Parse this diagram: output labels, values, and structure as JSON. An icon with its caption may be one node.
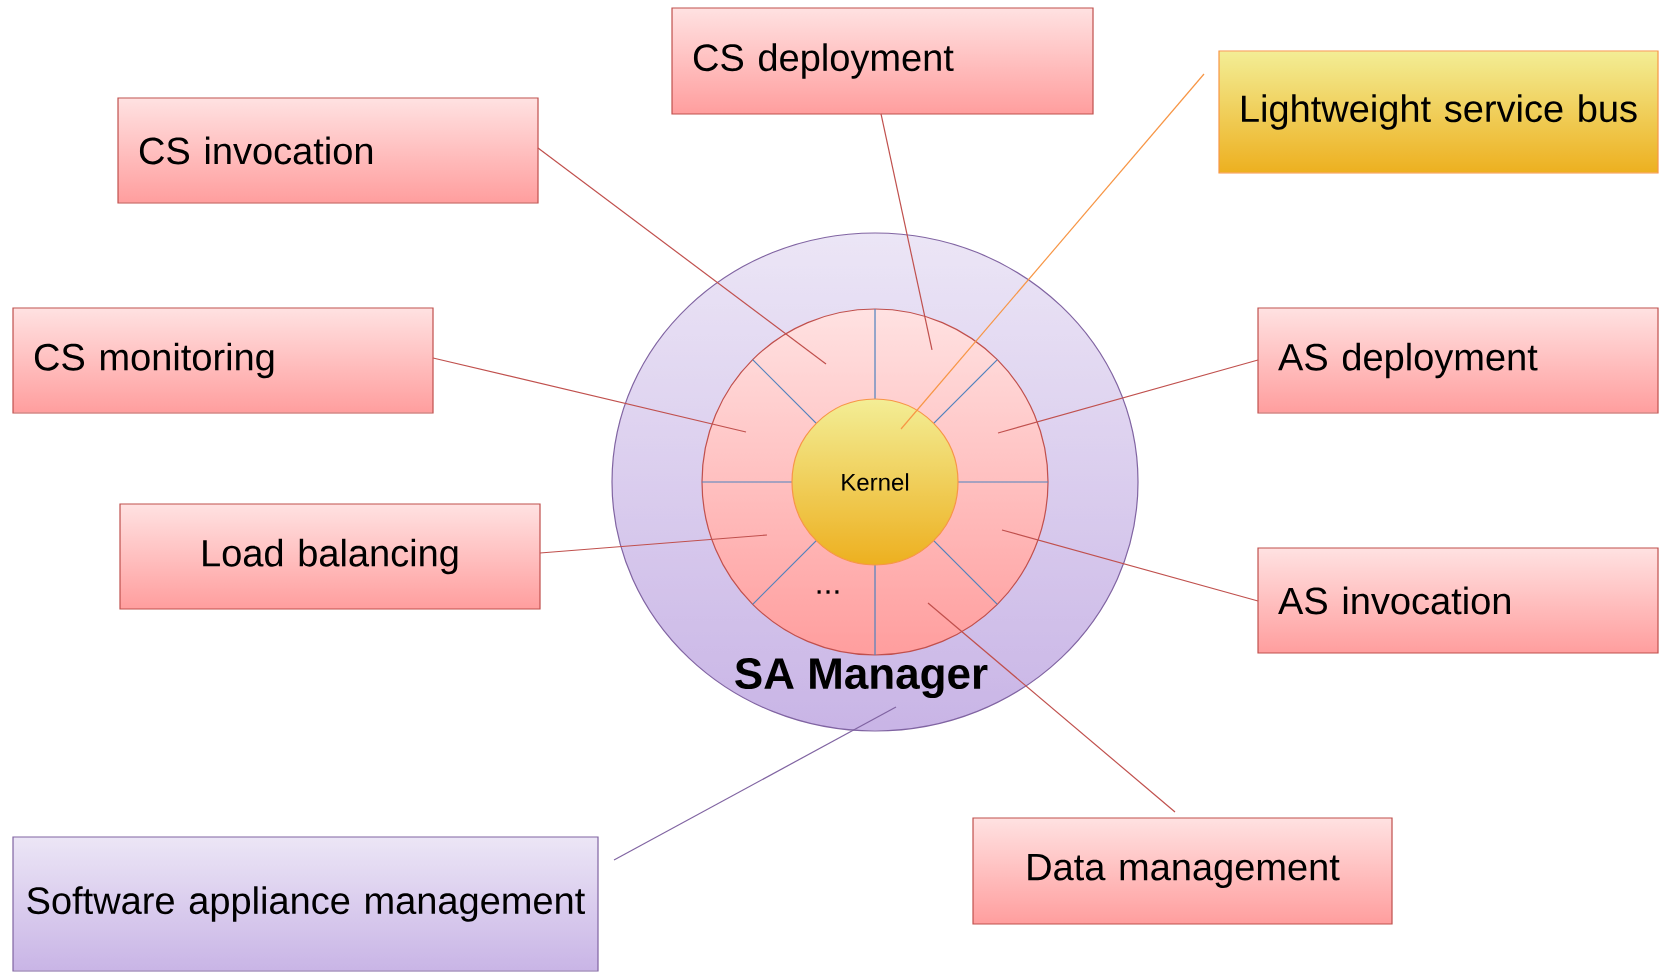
{
  "diagram": {
    "nodes": [
      {
        "text": [
          "SA Manager"
        ]
      },
      {
        "text": [
          "..."
        ],
        "in": 0
      },
      {
        "text": [
          "Kernel"
        ],
        "in": 1
      },
      {
        "text": [
          "CS deployment"
        ]
      },
      {
        "text": [
          "Lightweight service bus"
        ]
      },
      {
        "text": [
          "CS invocation"
        ]
      },
      {
        "text": [
          "CS monitoring"
        ]
      },
      {
        "text": [
          "AS deployment"
        ]
      },
      {
        "text": [
          "Load balancing"
        ]
      },
      {
        "text": [
          "AS invocation"
        ]
      },
      {
        "text": [
          "Software appliance management"
        ]
      },
      {
        "text": [
          "Data management"
        ]
      }
    ],
    "edges": [
      {
        "from": 3,
        "to": 1,
        "arrow": "none"
      },
      {
        "from": 4,
        "to": 2,
        "arrow": "none",
        "color": "#f79646"
      },
      {
        "from": 5,
        "to": 1,
        "arrow": "none"
      },
      {
        "from": 6,
        "to": 1,
        "arrow": "none"
      },
      {
        "from": 7,
        "to": 1,
        "arrow": "none"
      },
      {
        "from": 8,
        "to": 1,
        "arrow": "none"
      },
      {
        "from": 9,
        "to": 1,
        "arrow": "none"
      },
      {
        "from": 10,
        "to": 0,
        "arrow": "none",
        "color": "#8064a2"
      },
      {
        "from": 11,
        "to": 1,
        "arrow": "none"
      }
    ]
  }
}
